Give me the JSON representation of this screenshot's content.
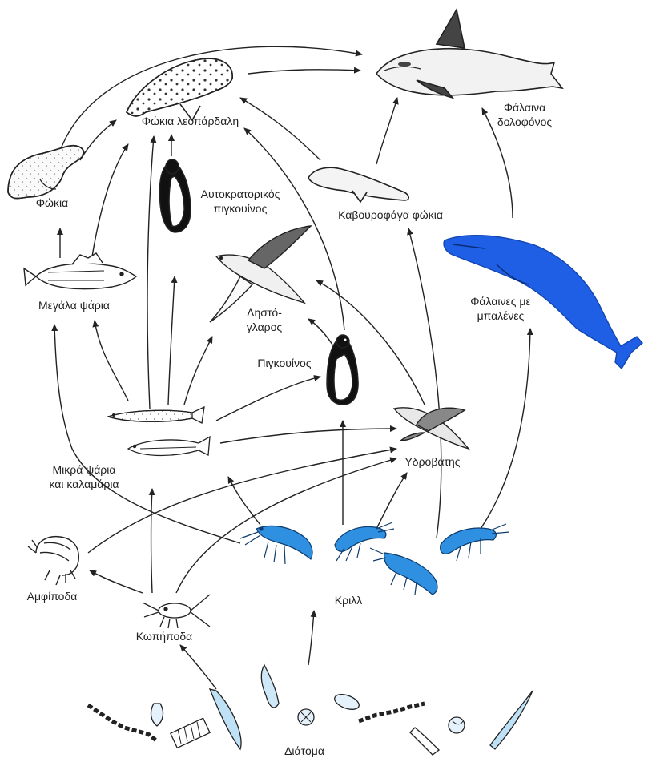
{
  "labels": {
    "killer_whale": [
      "Φάλαινα",
      "δολοφόνος"
    ],
    "leopard_seal": "Φώκια λεοπάρδαλη",
    "seal": "Φώκια",
    "emperor_penguin": [
      "Αυτοκρατορικός",
      "πιγκουίνος"
    ],
    "crabeater_seal": "Καβουροφάγα φώκια",
    "baleen_whales": [
      "Φάλαινες με",
      "μπαλένες"
    ],
    "large_fish": "Μεγάλα ψάρια",
    "skua": [
      "Ληστό-",
      "γλαρος"
    ],
    "penguin": "Πιγκουίνος",
    "petrel": "Υδροβάτης",
    "small_fish_squid": [
      "Μικρά ψάρια",
      "και καλαμάρια"
    ],
    "amphipods": "Αμφίποδα",
    "krill": "Κριλλ",
    "copepods": "Κωπήποδα",
    "diatoms": "Διάτομα"
  },
  "colors": {
    "ink": "#222222",
    "krill_blue": "#2f8fe0",
    "baleen_whale_blue": "#1e5fe6",
    "background": "#ffffff"
  },
  "icons": {
    "killer_whale": "orca-icon",
    "leopard_seal": "spotted-seal-icon",
    "seal": "seal-icon",
    "emperor_penguin": "penguin-icon",
    "crabeater_seal": "seal-icon",
    "baleen_whale": "whale-icon",
    "large_fish": "fish-icon",
    "skua": "bird-icon",
    "penguin": "penguin-icon",
    "petrel": "bird-icon",
    "small_fish": "fish-icon",
    "amphipod": "amphipod-icon",
    "krill": "krill-icon",
    "copepod": "copepod-icon",
    "diatom": "diatom-icon"
  }
}
